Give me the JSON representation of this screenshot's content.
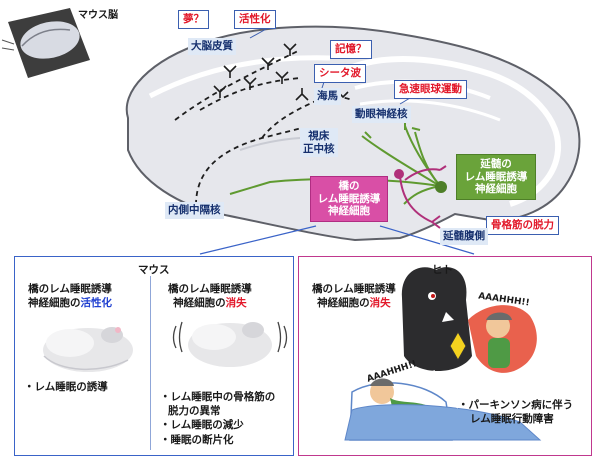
{
  "labels": {
    "mouse_brain": "マウス脳",
    "dream": "夢？",
    "activation": "活性化",
    "cortex": "大脳皮質",
    "memory": "記憶？",
    "theta": "シータ波",
    "hippocampus": "海馬",
    "rem_eye": "急速眼球運動",
    "oculomotor": "動眼神経核",
    "thalamus_line1": "視床",
    "thalamus_line2": "正中核",
    "medial_septum": "内側中隔核",
    "pons_line1": "橋の",
    "pons_line2": "レム睡眠誘導",
    "pons_line3": "神経細胞",
    "medulla_line1": "延髄の",
    "medulla_line2": "レム睡眠誘導",
    "medulla_line3": "神経細胞",
    "muscle_atonia": "骨格筋の脱力",
    "ventral_medulla": "延髄腹側"
  },
  "mouse_panel": {
    "title": "マウス",
    "left_heading_line1": "橋のレム睡眠誘導",
    "left_heading_line2a": "神経細胞の",
    "left_heading_line2b": "活性化",
    "left_result": "・レム睡眠の誘導",
    "right_heading_line1": "橋のレム睡眠誘導",
    "right_heading_line2a": "神経細胞の",
    "right_heading_line2b": "消失",
    "right_result_1a": "・レム睡眠中の骨格筋の",
    "right_result_1b": "脱力の異常",
    "right_result_2": "・レム睡眠の減少",
    "right_result_3": "・睡眠の断片化"
  },
  "human_panel": {
    "title": "ヒト",
    "heading_line1": "橋のレム睡眠誘導",
    "heading_line2a": "神経細胞の",
    "heading_line2b": "消失",
    "scream_top": "AAAHHH!!",
    "scream_bottom": "AAAHHH!!",
    "result_line1": "・パーキンソン病に伴う",
    "result_line2": "レム睡眠行動障害"
  }
}
